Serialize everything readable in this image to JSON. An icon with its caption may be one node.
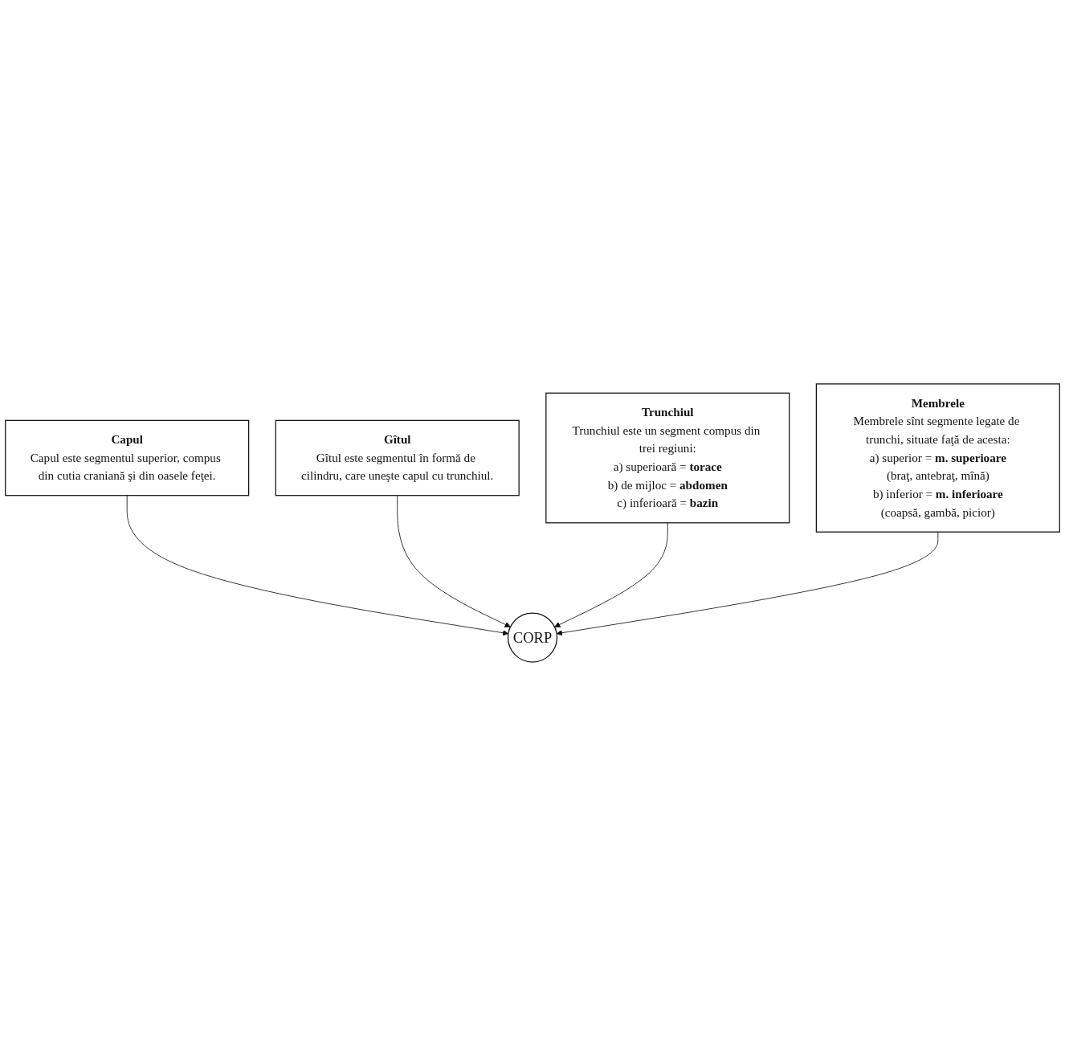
{
  "diagram": {
    "nodes": [
      {
        "text": [
          "Capul",
          "Capul este segmentul superior, compus din cutia craniană şi din oasele feţei."
        ]
      },
      {
        "text": [
          "Gîtul",
          "Gîtul este segmentul în formă de cilindru, care uneşte capul cu trunchiul."
        ]
      },
      {
        "text": [
          "CORP"
        ]
      },
      {
        "text": [
          "Trunchiul",
          "Trunchiul este un segment compus din trei regiuni:",
          "a) superioară = **torace**",
          "b) de mijloc = **abdomen**",
          "c) inferioară = **bazin**"
        ]
      },
      {
        "text": [
          "Membrele",
          "Membrele sînt segmente legate de trunchi, situate faţă de acesta:",
          "a) superior = **m. superioare**",
          "(braţ, antebraţ, mînă)",
          "b) inferior = **m. inferioare**",
          "(coapsă, gambă, picior)"
        ]
      }
    ],
    "edges": [
      {
        "from": 0,
        "to": 2,
        "arrow": "to"
      },
      {
        "from": 1,
        "to": 2,
        "arrow": "to"
      },
      {
        "from": 3,
        "to": 2,
        "arrow": "to"
      },
      {
        "from": 4,
        "to": 2,
        "arrow": "to"
      }
    ]
  }
}
